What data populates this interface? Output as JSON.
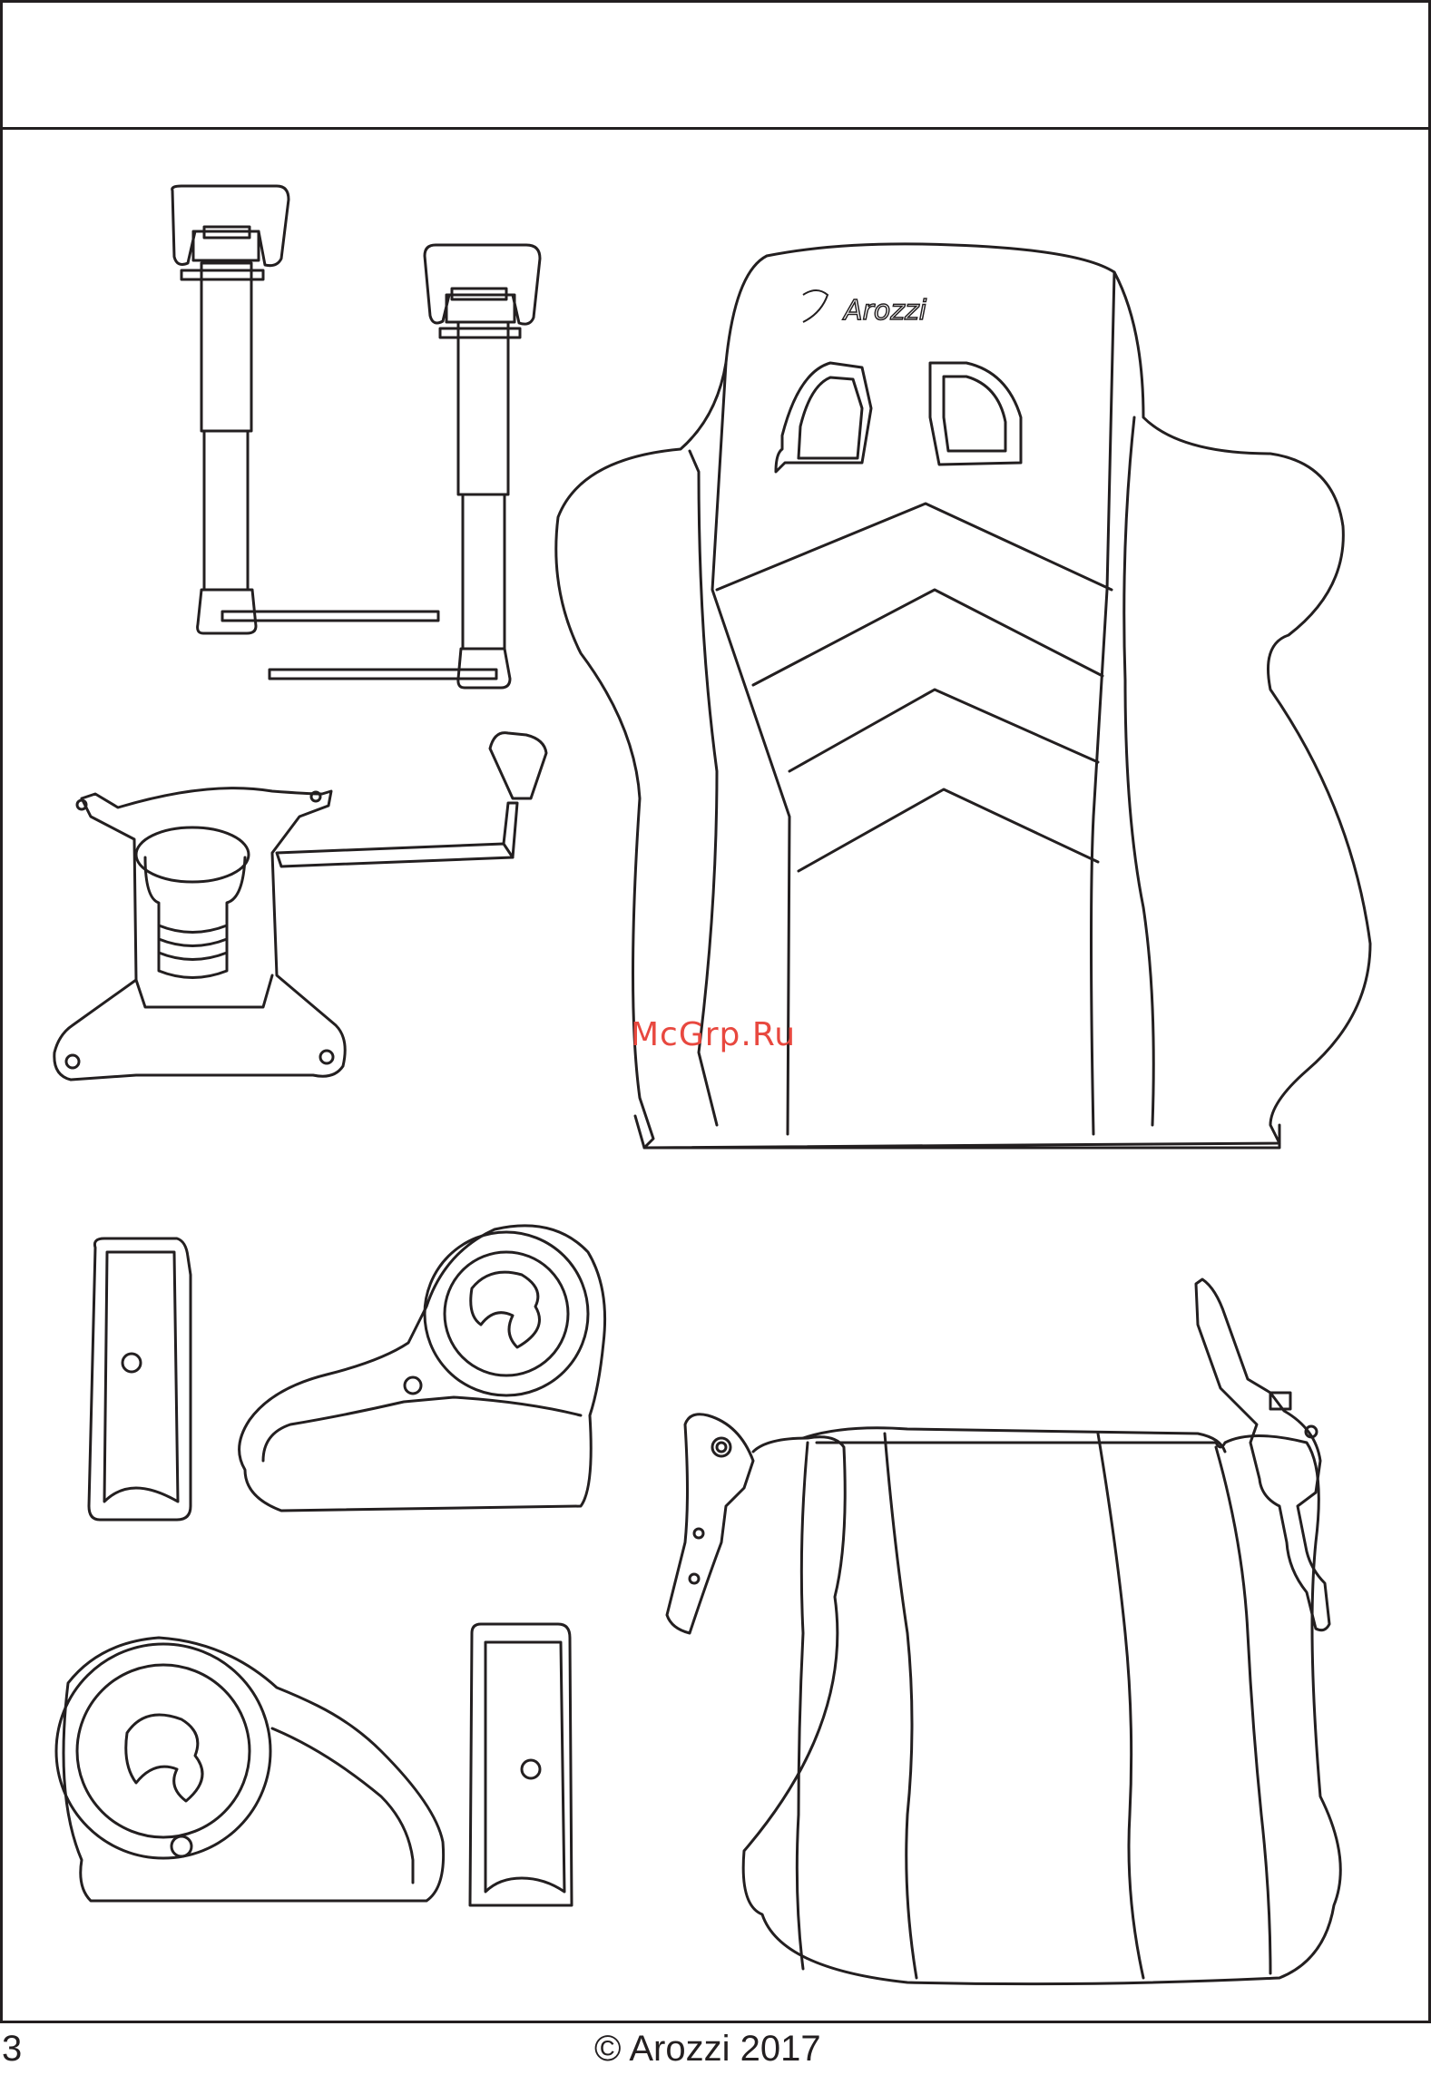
{
  "watermark": "McGrp.Ru",
  "backrest_logo": "Arozzi",
  "footer": {
    "page_number": "3",
    "copyright": "© Arozzi 2017"
  },
  "colors": {
    "line": "#231f20",
    "watermark": "#e8483f"
  }
}
